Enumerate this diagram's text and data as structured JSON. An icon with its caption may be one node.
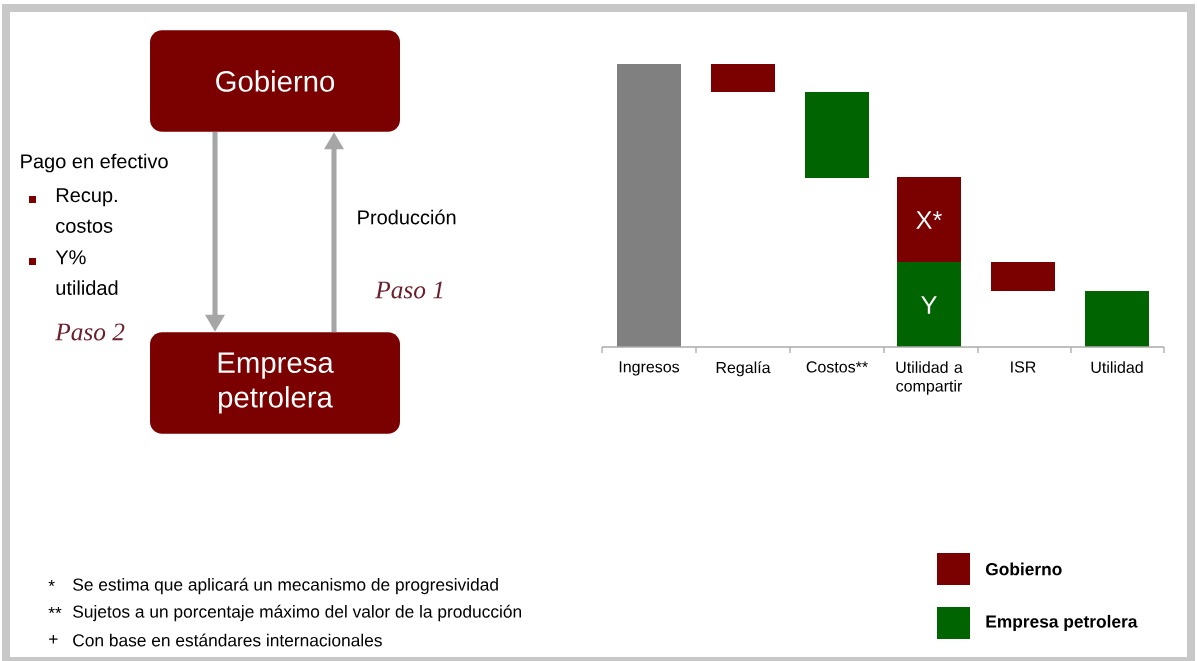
{
  "diagram": {
    "nodes": [
      {
        "text": [
          "Gobierno"
        ]
      },
      {
        "text": [
          "Empresa petrolera"
        ]
      }
    ],
    "edges": [
      {
        "from": 0,
        "to": 1,
        "arrow": "to",
        "label": "Pago en efectivo"
      },
      {
        "from": 1,
        "to": 0,
        "arrow": "to",
        "label": "Producción"
      }
    ],
    "labels": [
      "Recup. costos",
      "Y% utilidad",
      "Paso 1",
      "Paso 2",
      "X*",
      "Y",
      "Ingresos",
      "Regalía",
      "Costos**",
      "Utilidad a compartir",
      "ISR",
      "Utilidad",
      "*",
      "Se estima que aplicará un mecanismo de progresividad",
      "**",
      "Sujetos a un porcentaje máximo del valor de la producción",
      "+",
      "Con base en estándares internacionales"
    ],
    "legend": [
      {
        "text": "Gobierno",
        "color": "#7b0000"
      },
      {
        "text": "Empresa petrolera",
        "color": "#006400"
      }
    ]
  }
}
